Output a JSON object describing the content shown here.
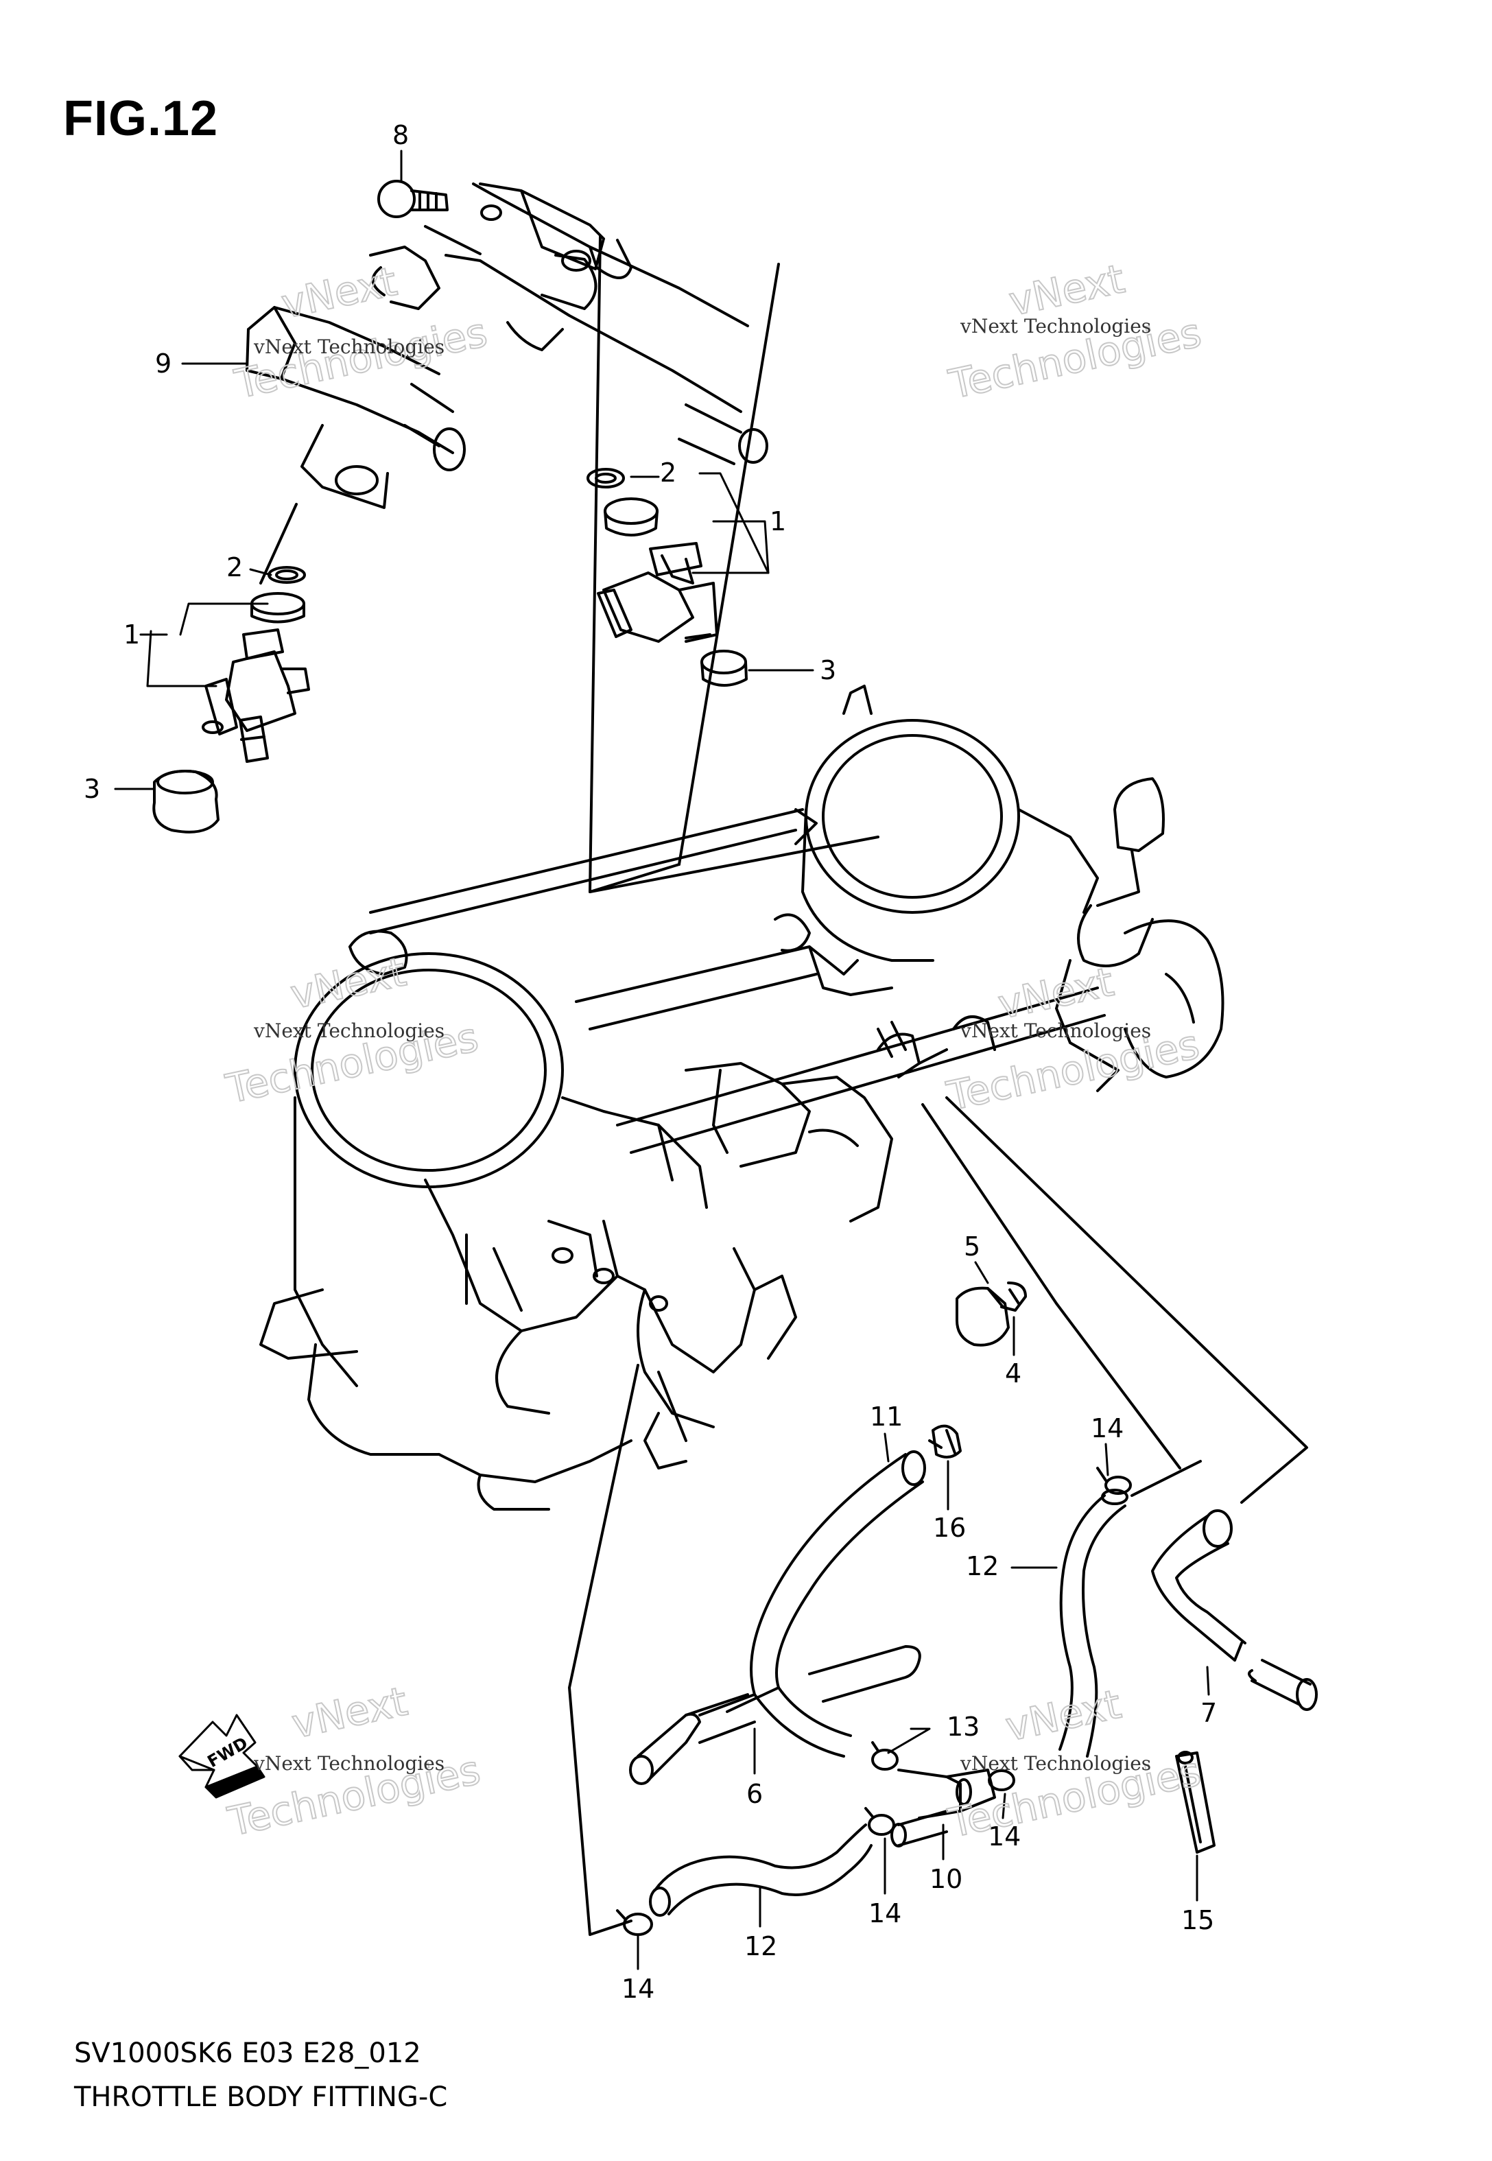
{
  "figure": {
    "title": "FIG.12",
    "model_code": "SV1000SK6 E03 E28_012",
    "caption": "THROTTLE BODY FITTING-C",
    "fwd_label": "FWD"
  },
  "watermark": {
    "line1": "vNext Technologies",
    "line2": "vNext",
    "line3": "Technologies"
  },
  "callouts": [
    {
      "id": "c8",
      "label": "8"
    },
    {
      "id": "c9",
      "label": "9"
    },
    {
      "id": "c2a",
      "label": "2"
    },
    {
      "id": "c1a",
      "label": "1"
    },
    {
      "id": "c3a",
      "label": "3"
    },
    {
      "id": "c2b",
      "label": "2"
    },
    {
      "id": "c1b",
      "label": "1"
    },
    {
      "id": "c3b",
      "label": "3"
    },
    {
      "id": "c5",
      "label": "5"
    },
    {
      "id": "c4",
      "label": "4"
    },
    {
      "id": "c11",
      "label": "11"
    },
    {
      "id": "c16",
      "label": "16"
    },
    {
      "id": "c14a",
      "label": "14"
    },
    {
      "id": "c12a",
      "label": "12"
    },
    {
      "id": "c7",
      "label": "7"
    },
    {
      "id": "c13",
      "label": "13"
    },
    {
      "id": "c6",
      "label": "6"
    },
    {
      "id": "c14b",
      "label": "14"
    },
    {
      "id": "c10",
      "label": "10"
    },
    {
      "id": "c14c",
      "label": "14"
    },
    {
      "id": "c15",
      "label": "15"
    },
    {
      "id": "c12b",
      "label": "12"
    },
    {
      "id": "c14d",
      "label": "14"
    }
  ]
}
